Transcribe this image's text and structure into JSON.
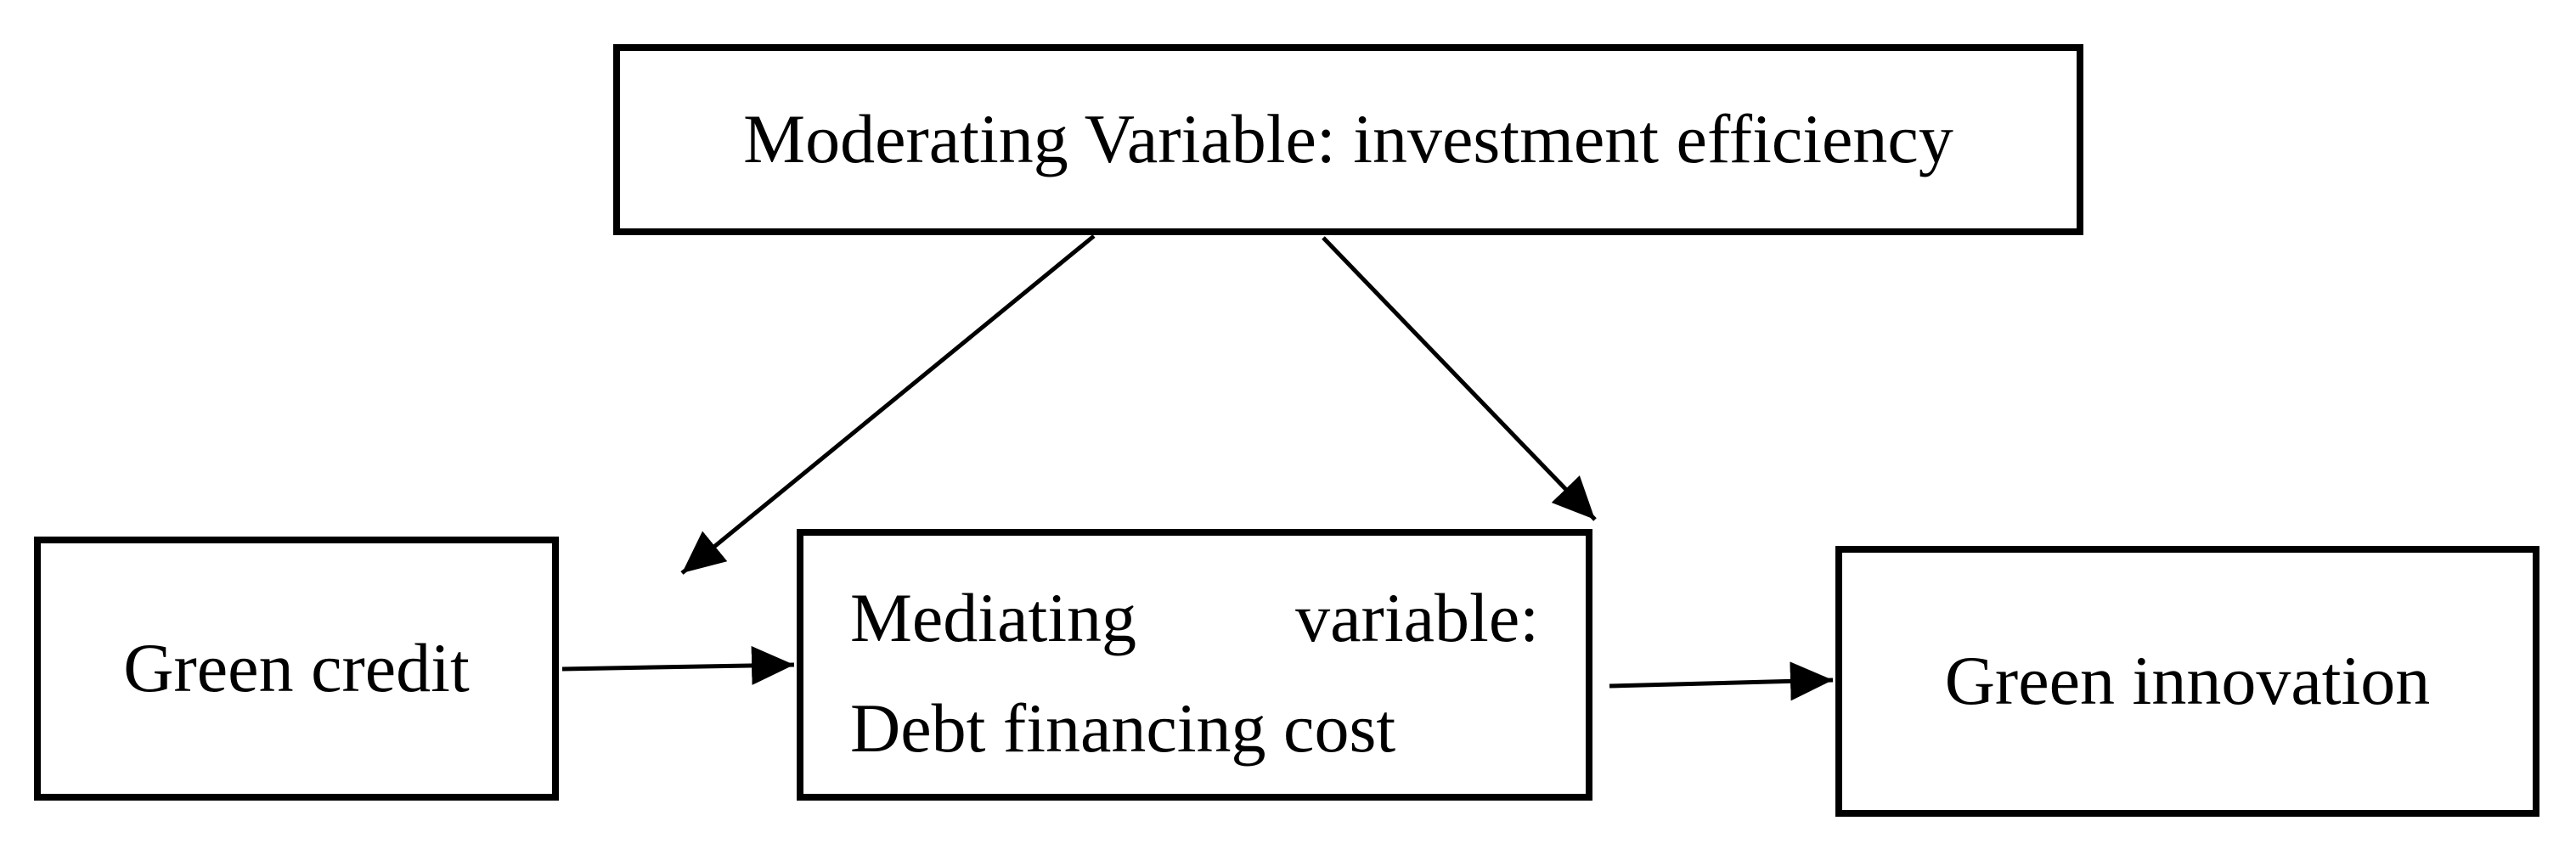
{
  "diagram": {
    "title_meaning": "Mediation-moderation research model",
    "background_color": "#ffffff",
    "stroke_color": "#000000",
    "boxes": {
      "moderating": {
        "label": "Moderating Variable: investment efficiency"
      },
      "green_credit": {
        "label": "Green credit"
      },
      "mediating": {
        "line1_left": "Mediating",
        "line1_right": "variable:",
        "line2": "Debt financing cost"
      },
      "green_innovation": {
        "label": "Green innovation"
      }
    },
    "arrows": [
      {
        "name": "green-credit-to-mediating",
        "from": "Green credit",
        "to": "Mediating variable: Debt financing cost"
      },
      {
        "name": "mediating-to-green-innovation",
        "from": "Mediating variable: Debt financing cost",
        "to": "Green innovation"
      },
      {
        "name": "moderating-to-left-path",
        "from": "Moderating Variable: investment efficiency",
        "to": "path between Green credit and mediating variable"
      },
      {
        "name": "moderating-to-mediating-top",
        "from": "Moderating Variable: investment efficiency",
        "to": "Mediating variable top-right corner"
      }
    ]
  }
}
